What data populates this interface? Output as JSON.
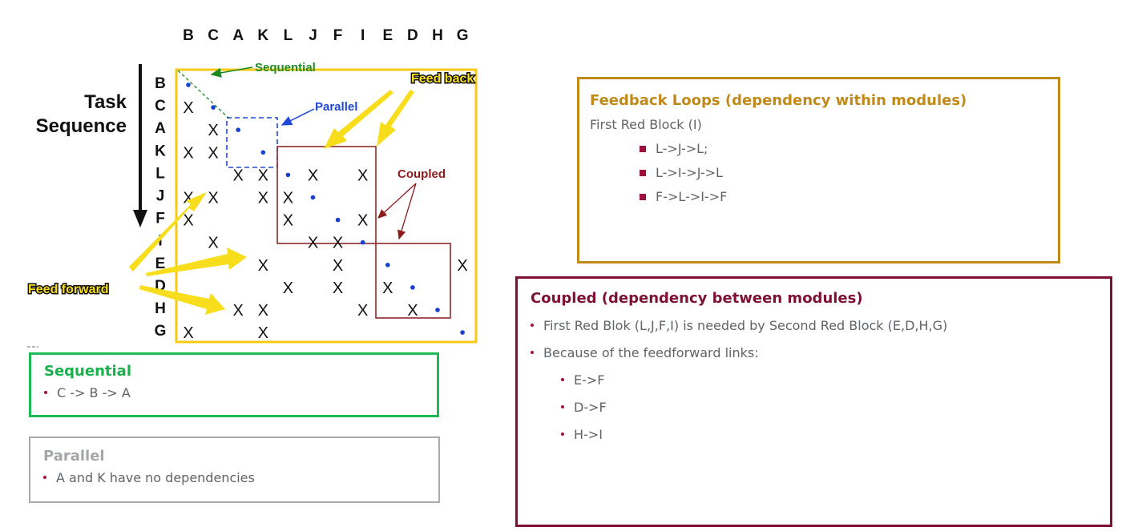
{
  "diagram": {
    "title_left": [
      "Task",
      "Sequence"
    ],
    "order": [
      "B",
      "C",
      "A",
      "K",
      "L",
      "J",
      "F",
      "I",
      "E",
      "D",
      "H",
      "G"
    ],
    "matrix": {
      "B": [],
      "C": [
        "B"
      ],
      "A": [
        "C"
      ],
      "K": [
        "B",
        "C"
      ],
      "L": [
        "A",
        "K",
        "J",
        "I"
      ],
      "J": [
        "B",
        "C",
        "K",
        "L"
      ],
      "F": [
        "B",
        "L",
        "I"
      ],
      "I": [
        "C",
        "J",
        "F"
      ],
      "E": [
        "K",
        "F",
        "G"
      ],
      "D": [
        "L",
        "F",
        "E"
      ],
      "H": [
        "A",
        "K",
        "I",
        "D"
      ],
      "G": [
        "B",
        "K"
      ]
    },
    "mark_symbol": "X",
    "annotations": {
      "sequential": "Sequential",
      "parallel": "Parallel",
      "coupled": "Coupled",
      "feed_back": "Feed back",
      "feed_forward": "Feed forward"
    },
    "groups": {
      "parallel_block": [
        "A",
        "K"
      ],
      "coupled_block_1": [
        "L",
        "J",
        "F",
        "I"
      ],
      "coupled_block_2": [
        "E",
        "D",
        "H"
      ]
    },
    "colors": {
      "frame": "#f7c815",
      "dot": "#1740d0",
      "sequential": "#1e8a22",
      "parallel": "#1f48d6",
      "coupled": "#8b1c1c",
      "highlight": "#f7dd1b"
    }
  },
  "sequential_box": {
    "title": "Sequential",
    "items": [
      "C -> B -> A"
    ]
  },
  "parallel_box": {
    "title": "Parallel",
    "items": [
      "A and K have no dependencies"
    ]
  },
  "feedback_box": {
    "title": "Feedback Loops (dependency within modules)",
    "intro": "First Red Block (I)",
    "items": [
      "L->J->L;",
      "L->I->J->L",
      "F->L->I->F"
    ]
  },
  "coupled_box": {
    "title": "Coupled (dependency between modules)",
    "items": [
      "First Red Blok (L,J,F,I) is needed by Second Red Block (E,D,H,G)",
      "Because of the feedforward links:"
    ],
    "subitems": [
      "E->F",
      "D->F",
      "H->I"
    ]
  }
}
